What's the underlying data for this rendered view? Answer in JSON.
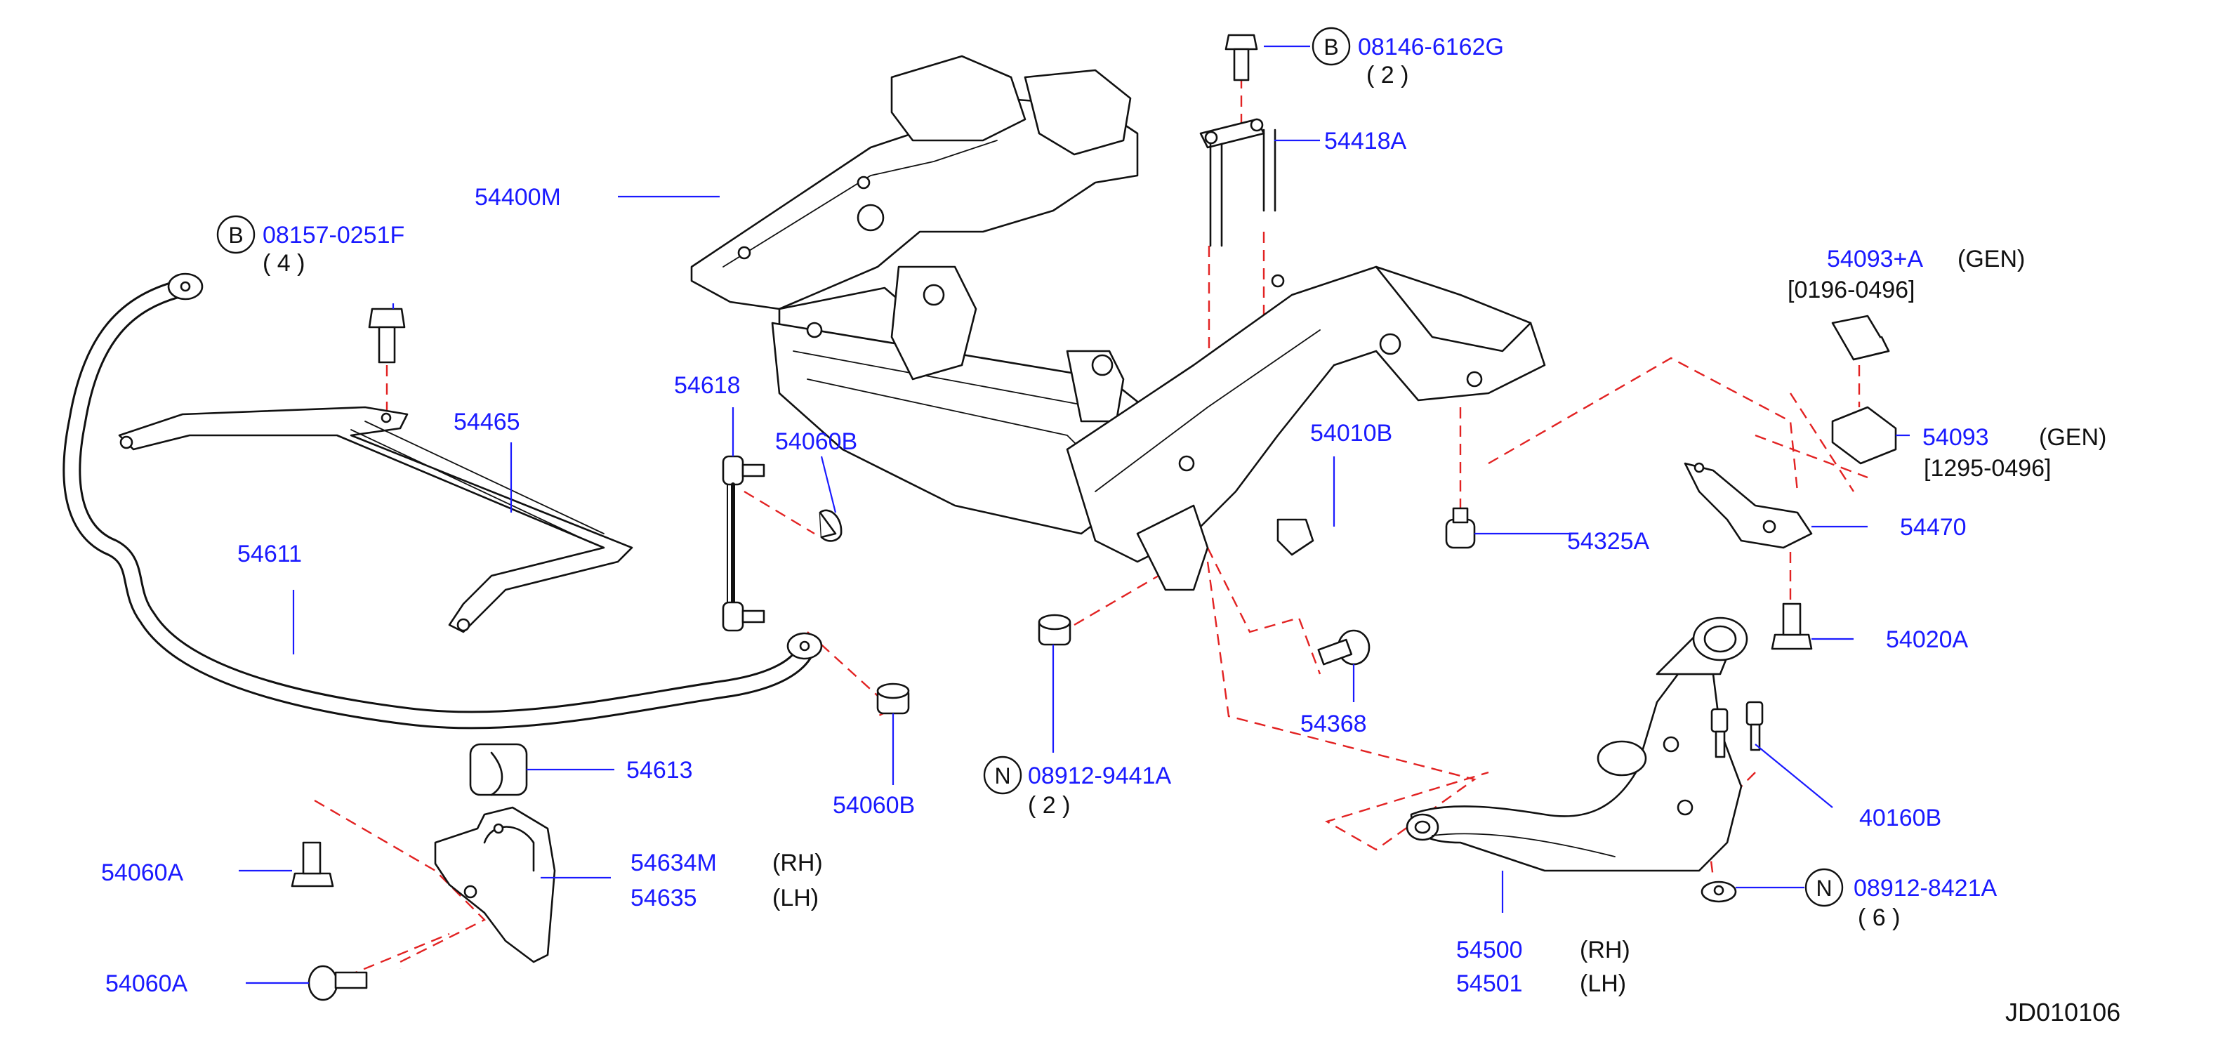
{
  "callouts": {
    "bolt_b_top": {
      "part": "08146-6162G",
      "qty": "( 2 )",
      "badge": "B"
    },
    "bracket_rod": {
      "part": "54418A"
    },
    "member_assy": {
      "part": "54400M"
    },
    "bolt_b_left": {
      "part": "08157-0251F",
      "qty": "( 4 )",
      "badge": "B"
    },
    "stay": {
      "part": "54465"
    },
    "stabilizer_bar": {
      "part": "54611"
    },
    "link": {
      "part": "54618"
    },
    "nut_link_top": {
      "part": "54060B"
    },
    "nut_link_bottom": {
      "part": "54060B"
    },
    "bushing": {
      "part": "54613"
    },
    "clamp_rh": {
      "part": "54634M",
      "side": "(RH)"
    },
    "clamp_lh": {
      "part": "54635",
      "side": "(LH)"
    },
    "bolt_clamp_upper": {
      "part": "54060A"
    },
    "bolt_clamp_lower": {
      "part": "54060A"
    },
    "nut_n_center": {
      "part": "08912-9441A",
      "qty": "( 2 )",
      "badge": "N"
    },
    "bolt_arm": {
      "part": "54368"
    },
    "stopper": {
      "part": "54010B"
    },
    "bolt_mid": {
      "part": "54325A"
    },
    "bracket_right": {
      "part": "54470"
    },
    "bolt_bracket": {
      "part": "54020A"
    },
    "shim_a": {
      "part": "54093+A",
      "spec": "(GEN)",
      "range": "[0196-0496]"
    },
    "shim_b": {
      "part": "54093",
      "spec": "(GEN)",
      "range": "[1295-0496]"
    },
    "ball_joint_bolt": {
      "part": "40160B"
    },
    "nut_n_right": {
      "part": "08912-8421A",
      "qty": "( 6 )",
      "badge": "N"
    },
    "arm_rh": {
      "part": "54500",
      "side": "(RH)"
    },
    "arm_lh": {
      "part": "54501",
      "side": "(LH)"
    }
  },
  "drawing_code": "JD010106"
}
